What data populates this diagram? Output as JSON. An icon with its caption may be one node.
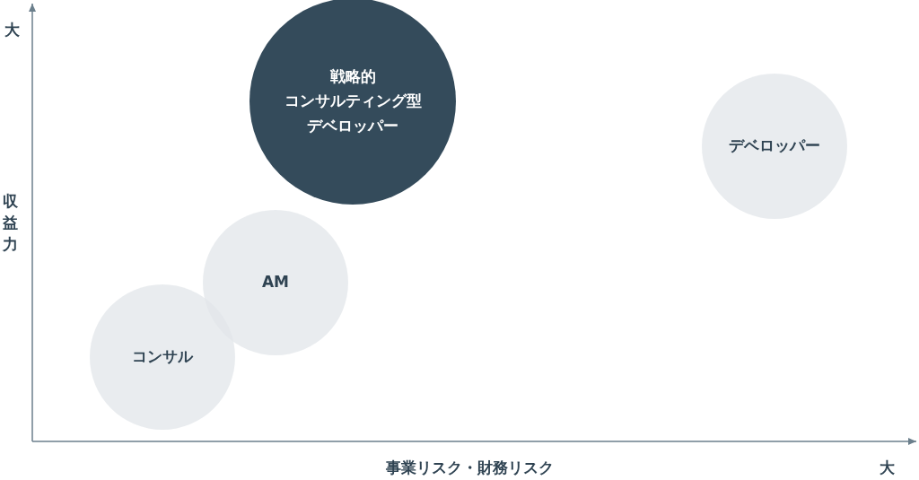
{
  "diagram": {
    "nodes": [
      {
        "text": [
          "戦略的コンサルティング型デベロッパー"
        ]
      },
      {
        "text": [
          "デベロッパー"
        ]
      },
      {
        "text": [
          "AM"
        ]
      },
      {
        "text": [
          "コンサル"
        ]
      }
    ],
    "labels": [
      "大",
      "収益力",
      "事業リスク・財務リスク",
      "大"
    ]
  }
}
